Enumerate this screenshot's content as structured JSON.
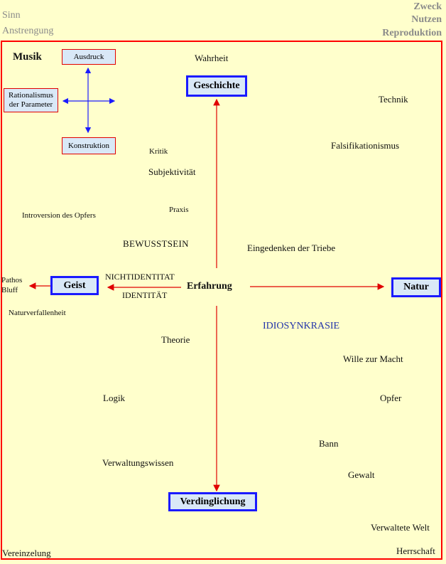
{
  "corners": {
    "top_left": [
      "Sinn",
      "Anstrengung"
    ],
    "top_right": [
      "Zweck",
      "Nutzen",
      "Reproduktion"
    ],
    "bottom_left": "Vereinzelung",
    "bottom_right": "Herrschaft"
  },
  "legend": {
    "title": "Musik",
    "top": "Ausdruck",
    "left": "Rationalismus der Parameter",
    "bottom": "Konstruktion"
  },
  "nodes": {
    "center": "Erfahrung",
    "top": "Geschichte",
    "right": "Natur",
    "left": "Geist",
    "bottom": "Verdinglichung"
  },
  "left_arrow_labels": {
    "upper": "NICHTIDENTITAT",
    "lower": "IDENTITÄT",
    "outer": [
      "Pathos",
      "Bluff"
    ]
  },
  "terms": {
    "wahrheit": "Wahrheit",
    "technik": "Technik",
    "falsifikationismus": "Falsifikationismus",
    "kritik": "Kritik",
    "subjektivitaet": "Subjektivität",
    "praxis": "Praxis",
    "introversion": "Introversion des Opfers",
    "bewusstsein": "BEWUSSTSEIN",
    "eingedenken": "Eingedenken der Triebe",
    "naturverfallenheit": "Naturverfallenheit",
    "idiosynkrasie": "IDIOSYNKRASIE",
    "theorie": "Theorie",
    "wille": "Wille zur Macht",
    "logik": "Logik",
    "opfer": "Opfer",
    "bann": "Bann",
    "verwaltungswissen": "Verwaltungswissen",
    "gewalt": "Gewalt",
    "verwaltete_welt": "Verwaltete Welt"
  },
  "colors": {
    "background": "#ffffcc",
    "frame": "#ff0000",
    "node_border": "#1a1aff",
    "node_fill": "#d9e8f7",
    "main_arrow": "#e00000",
    "legend_arrow": "#1a1aff"
  }
}
